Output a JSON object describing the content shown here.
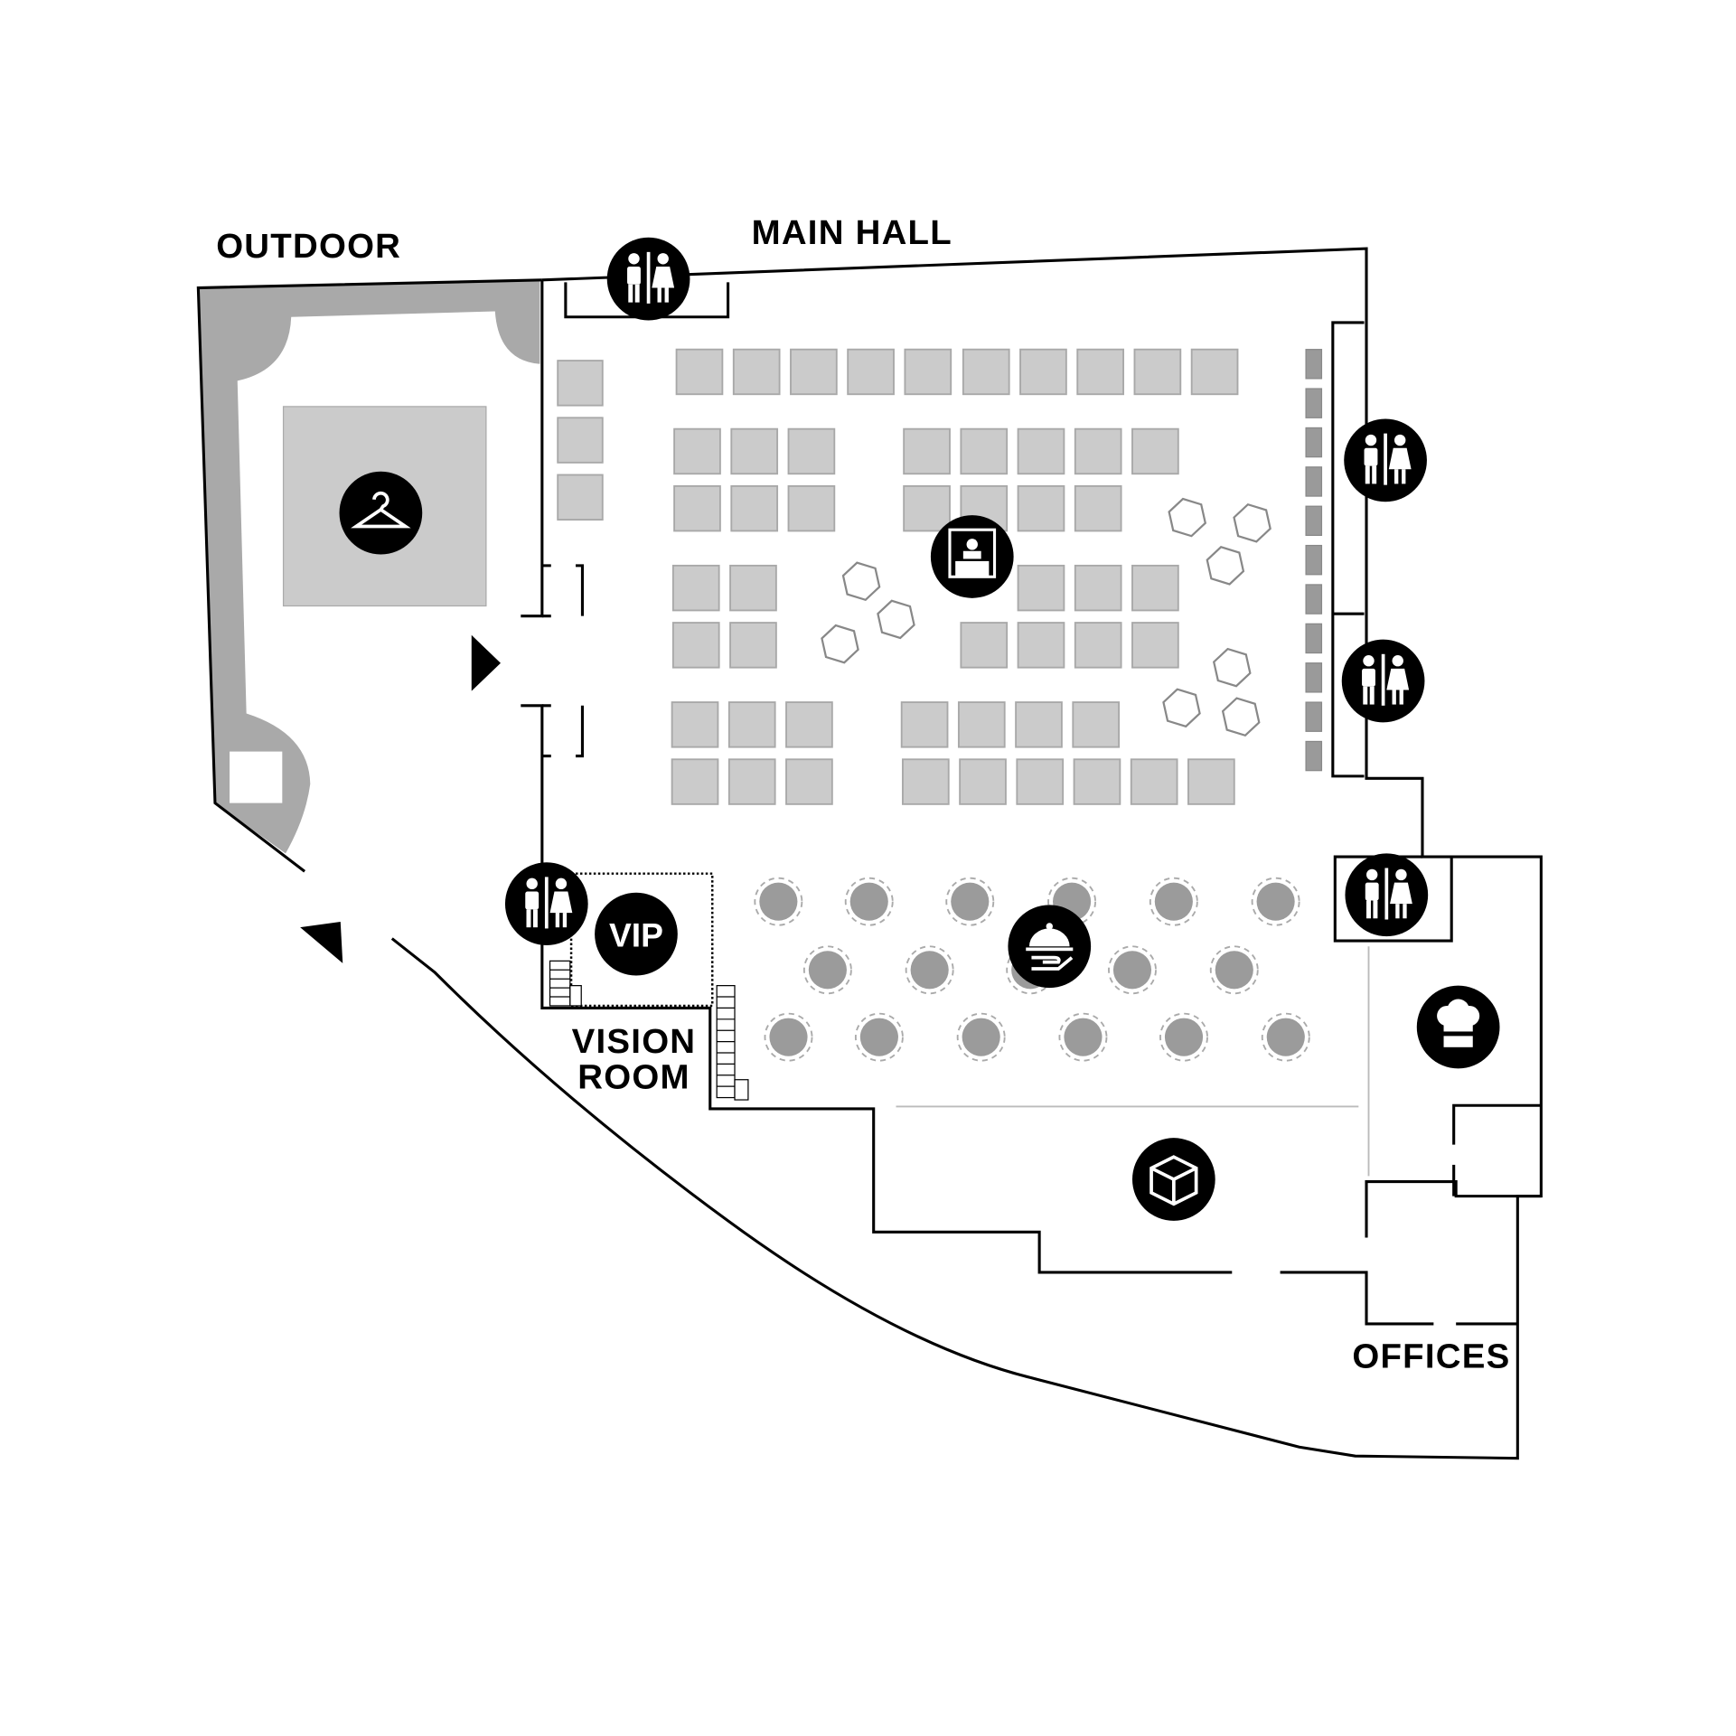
{
  "labels": {
    "outdoor": "OUTDOOR",
    "main_hall": "MAIN HALL",
    "vision_room_line1": "VISION",
    "vision_room_line2": "ROOM",
    "offices": "OFFICES",
    "vip": "VIP"
  },
  "icons": {
    "restrooms": [
      "restroom-icon",
      "restroom-icon",
      "restroom-icon",
      "restroom-icon",
      "restroom-icon"
    ],
    "coat_check": "hanger-icon",
    "reception": "reception-desk-icon",
    "catering": "food-cloche-icon",
    "kitchen": "chef-hat-icon",
    "storage": "package-box-icon",
    "entrance": "entrance-arrow-icon"
  },
  "colors": {
    "wall": "#000000",
    "outdoor_band": "#a9a9a9",
    "table": "#cbcbcb",
    "round_table": "#9b9b9b",
    "icon_bg": "#000000"
  }
}
